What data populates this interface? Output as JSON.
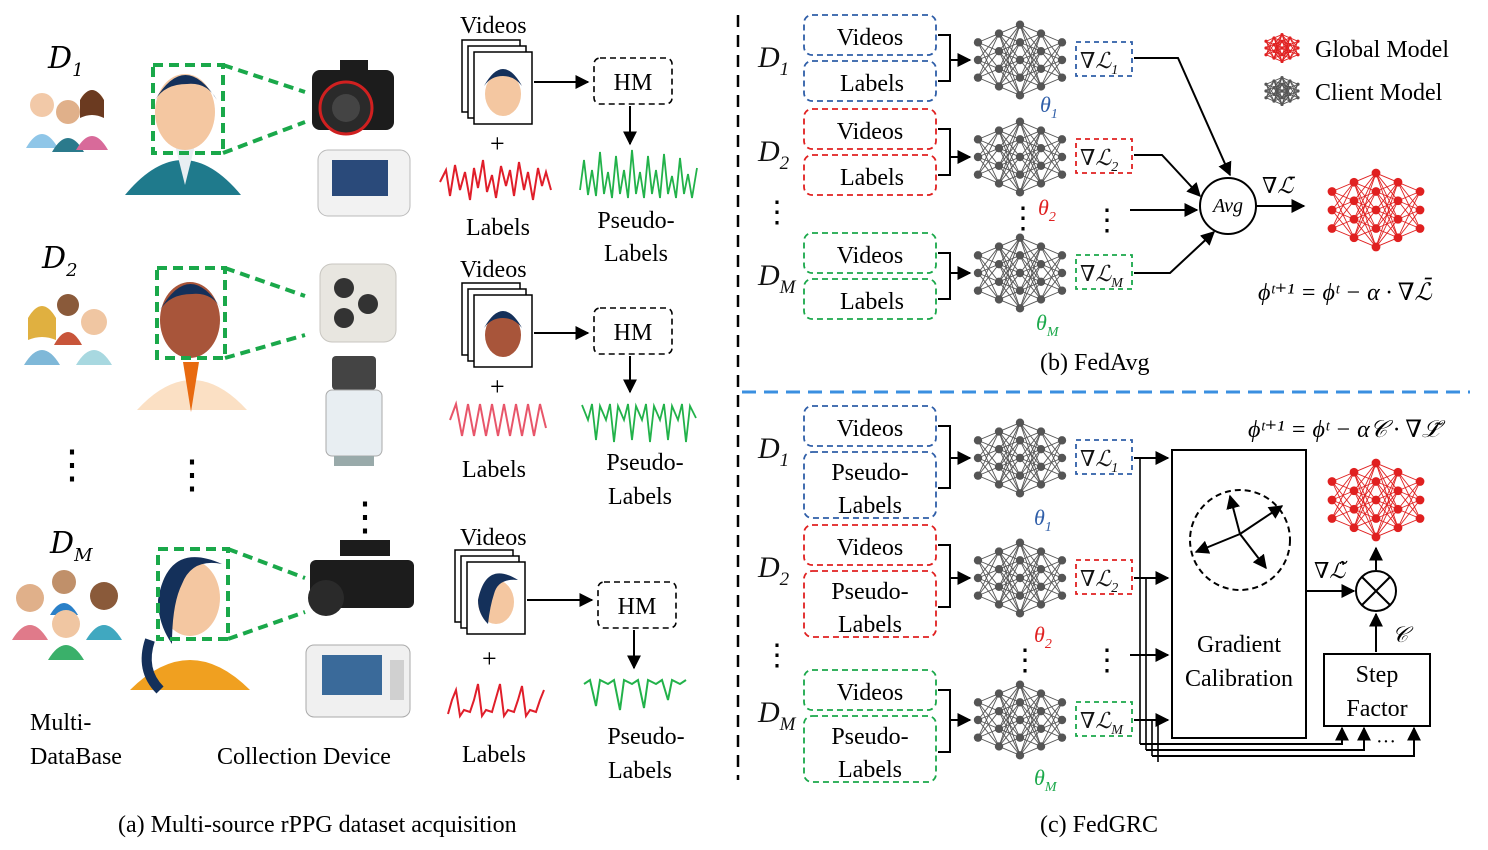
{
  "panel_a": {
    "caption": "(a)  Multi-source rPPG dataset acquisition",
    "databases": [
      {
        "symbol": "D",
        "sub": "1"
      },
      {
        "symbol": "D",
        "sub": "2"
      },
      {
        "symbol": "D",
        "sub": "M"
      }
    ],
    "rows": [
      {
        "videos": "Videos",
        "plus": "+",
        "labels": "Labels",
        "hm": "HM",
        "pseudo1": "Pseudo-",
        "pseudo2": "Labels"
      },
      {
        "videos": "Videos",
        "plus": "+",
        "labels": "Labels",
        "hm": "HM",
        "pseudo1": "Pseudo-",
        "pseudo2": "Labels"
      },
      {
        "videos": "Videos",
        "plus": "+",
        "labels": "Labels",
        "hm": "HM",
        "pseudo1": "Pseudo-",
        "pseudo2": "Labels"
      }
    ],
    "multi_db_1": "Multi-",
    "multi_db_2": "DataBase",
    "collection_device": "Collection Device",
    "dots": "⋮"
  },
  "panel_b": {
    "caption": "(b)  FedAvg",
    "legend": {
      "global": "Global Model",
      "client": "Client Model"
    },
    "clients": [
      {
        "d": "D",
        "d_sub": "1",
        "top": "Videos",
        "bottom": "Labels",
        "grad": "∇ℒ",
        "grad_sub": "1",
        "theta": "θ",
        "theta_sub": "1",
        "color": "#2f5ea8"
      },
      {
        "d": "D",
        "d_sub": "2",
        "top": "Videos",
        "bottom": "Labels",
        "grad": "∇ℒ",
        "grad_sub": "2",
        "theta": "θ",
        "theta_sub": "2",
        "color": "#e02020"
      },
      {
        "d": "D",
        "d_sub": "M",
        "top": "Videos",
        "bottom": "Labels",
        "grad": "∇ℒ",
        "grad_sub": "M",
        "theta": "θ",
        "theta_sub": "M",
        "color": "#1aa84a"
      }
    ],
    "avg": "Avg",
    "avg_grad": "∇ℒ̄",
    "formula": "ϕᵗ⁺¹ = ϕᵗ − α · ∇ℒ̄"
  },
  "panel_c": {
    "caption": "(c)  FedGRC",
    "formula": "ϕᵗ⁺¹ = ϕᵗ − α𝒞 · ∇ℒ̃",
    "clients": [
      {
        "d": "D",
        "d_sub": "1",
        "top": "Videos",
        "bottom1": "Pseudo-",
        "bottom2": "Labels",
        "grad": "∇ℒ",
        "grad_sub": "1",
        "theta": "θ",
        "theta_sub": "1",
        "color": "#2f5ea8"
      },
      {
        "d": "D",
        "d_sub": "2",
        "top": "Videos",
        "bottom1": "Pseudo-",
        "bottom2": "Labels",
        "grad": "∇ℒ",
        "grad_sub": "2",
        "theta": "θ",
        "theta_sub": "2",
        "color": "#e02020"
      },
      {
        "d": "D",
        "d_sub": "M",
        "top": "Videos",
        "bottom1": "Pseudo-",
        "bottom2": "Labels",
        "grad": "∇ℒ",
        "grad_sub": "M",
        "theta": "θ",
        "theta_sub": "M",
        "color": "#1aa84a"
      }
    ],
    "calibration1": "Gradient",
    "calibration2": "Calibration",
    "step1": "Step",
    "step2": "Factor",
    "cal_grad": "∇ℒ̃",
    "c_symbol": "𝒞",
    "ellipsis": "···"
  },
  "colors": {
    "dash_green": "#1aa84a",
    "dash_blue": "#2f5ea8",
    "dash_red": "#e02020",
    "divider_blue": "#3a8fe0",
    "signal_red": "#e01e2a",
    "signal_green": "#22b24a",
    "global_net": "#e02020",
    "client_net": "#555555"
  }
}
